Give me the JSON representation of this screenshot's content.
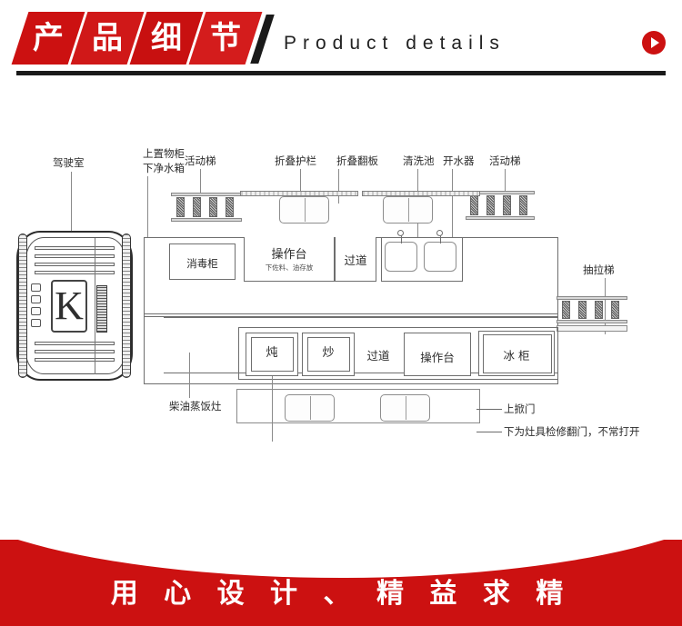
{
  "header": {
    "tiles": [
      "产",
      "品",
      "细",
      "节"
    ],
    "english_title": "Product details",
    "arrow_icon": "play-circle-icon"
  },
  "footer": {
    "slogan": "用 心 设 计 、 精 益 求 精"
  },
  "diagram": {
    "title_labels_top": [
      {
        "id": "cab",
        "text": "驾驶室"
      },
      {
        "id": "upper-cabinet",
        "text": "上置物柜"
      },
      {
        "id": "lower-water-tank",
        "text": "下净水箱"
      },
      {
        "id": "movable-ladder-left",
        "text": "活动梯"
      },
      {
        "id": "folding-railing",
        "text": "折叠护栏"
      },
      {
        "id": "folding-flap",
        "text": "折叠翻板"
      },
      {
        "id": "wash-basin",
        "text": "清洗池"
      },
      {
        "id": "water-boiler",
        "text": "开水器"
      },
      {
        "id": "movable-ladder-right",
        "text": "活动梯"
      }
    ],
    "right_labels": [
      {
        "id": "pull-out-ladder",
        "text": "抽拉梯"
      }
    ],
    "bottom_labels": [
      {
        "id": "diesel-rice-steamer",
        "text": "柴油蒸饭灶"
      },
      {
        "id": "lift-up-door",
        "text": "上掀门"
      },
      {
        "id": "stove-service-flap",
        "text": "下为灶具检修翻门，不常打开"
      }
    ],
    "upper_row_modules": [
      {
        "id": "sterilizer-cabinet",
        "label": "消毒柜",
        "sub": ""
      },
      {
        "id": "work-bench-upper",
        "label": "操作台",
        "sub": "下佐料、油存放"
      },
      {
        "id": "aisle-upper",
        "label": "过道",
        "sub": ""
      }
    ],
    "lower_row_modules": [
      {
        "id": "stew-stove",
        "label": "炖",
        "sub": ""
      },
      {
        "id": "stir-fry-stove",
        "label": "炒",
        "sub": ""
      },
      {
        "id": "aisle-lower",
        "label": "过道",
        "sub": ""
      },
      {
        "id": "work-bench-lower",
        "label": "操作台",
        "sub": ""
      },
      {
        "id": "freezer",
        "label": "冰 柜",
        "sub": ""
      }
    ],
    "vehicle": {
      "badge": "K"
    }
  },
  "colors": {
    "brand_red": "#cc1111",
    "ink": "#2b2b2b",
    "line_gray": "#8a8a8a"
  }
}
